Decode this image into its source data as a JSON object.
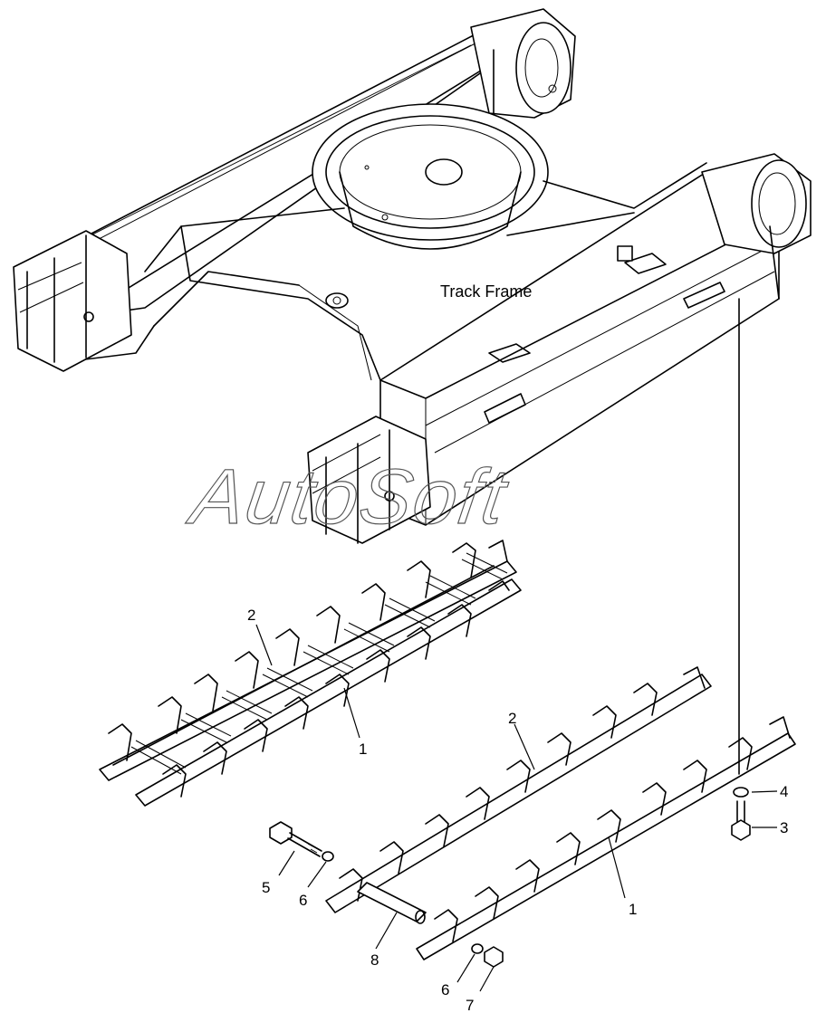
{
  "diagram": {
    "title": "Track Frame",
    "watermark": "AutoSoft",
    "callouts": {
      "c1a": "1",
      "c1b": "1",
      "c2a": "2",
      "c2b": "2",
      "c3": "3",
      "c4": "4",
      "c5": "5",
      "c6a": "6",
      "c6b": "6",
      "c7": "7",
      "c8": "8"
    }
  }
}
